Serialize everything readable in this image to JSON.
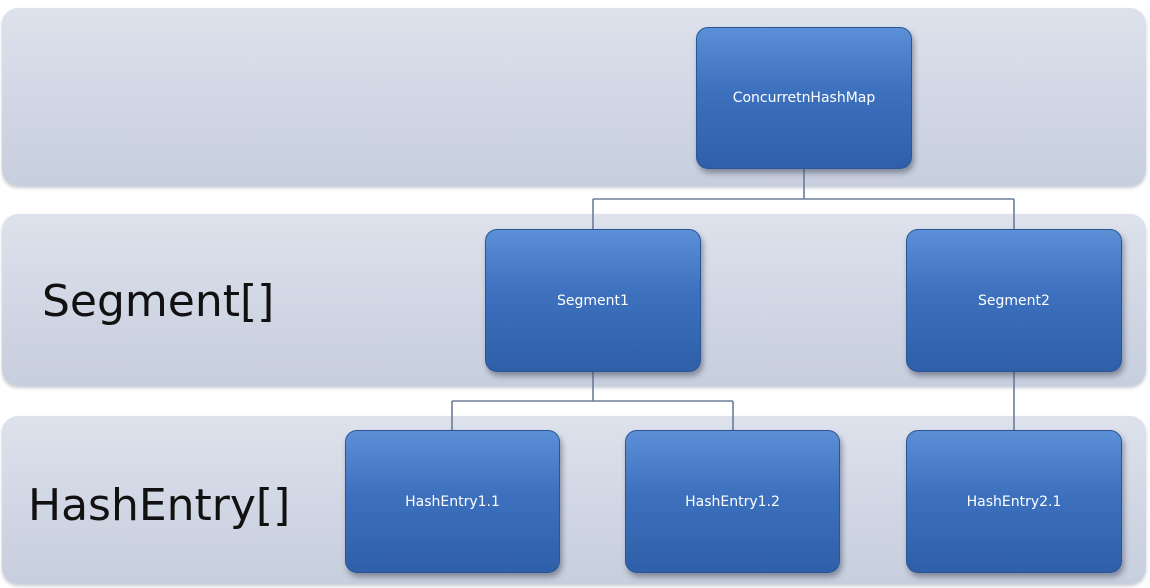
{
  "lanes": {
    "segment_label": "Segment[]",
    "hashentry_label": "HashEntry[]"
  },
  "nodes": {
    "root": "ConcurretnHashMap",
    "segment1": "Segment1",
    "segment2": "Segment2",
    "hashentry_1_1": "HashEntry1.1",
    "hashentry_1_2": "HashEntry1.2",
    "hashentry_2_1": "HashEntry2.1"
  },
  "colors": {
    "node_fill": "#3d71be",
    "band_fill": "#cfd5e3",
    "connector": "#6b7d99"
  }
}
